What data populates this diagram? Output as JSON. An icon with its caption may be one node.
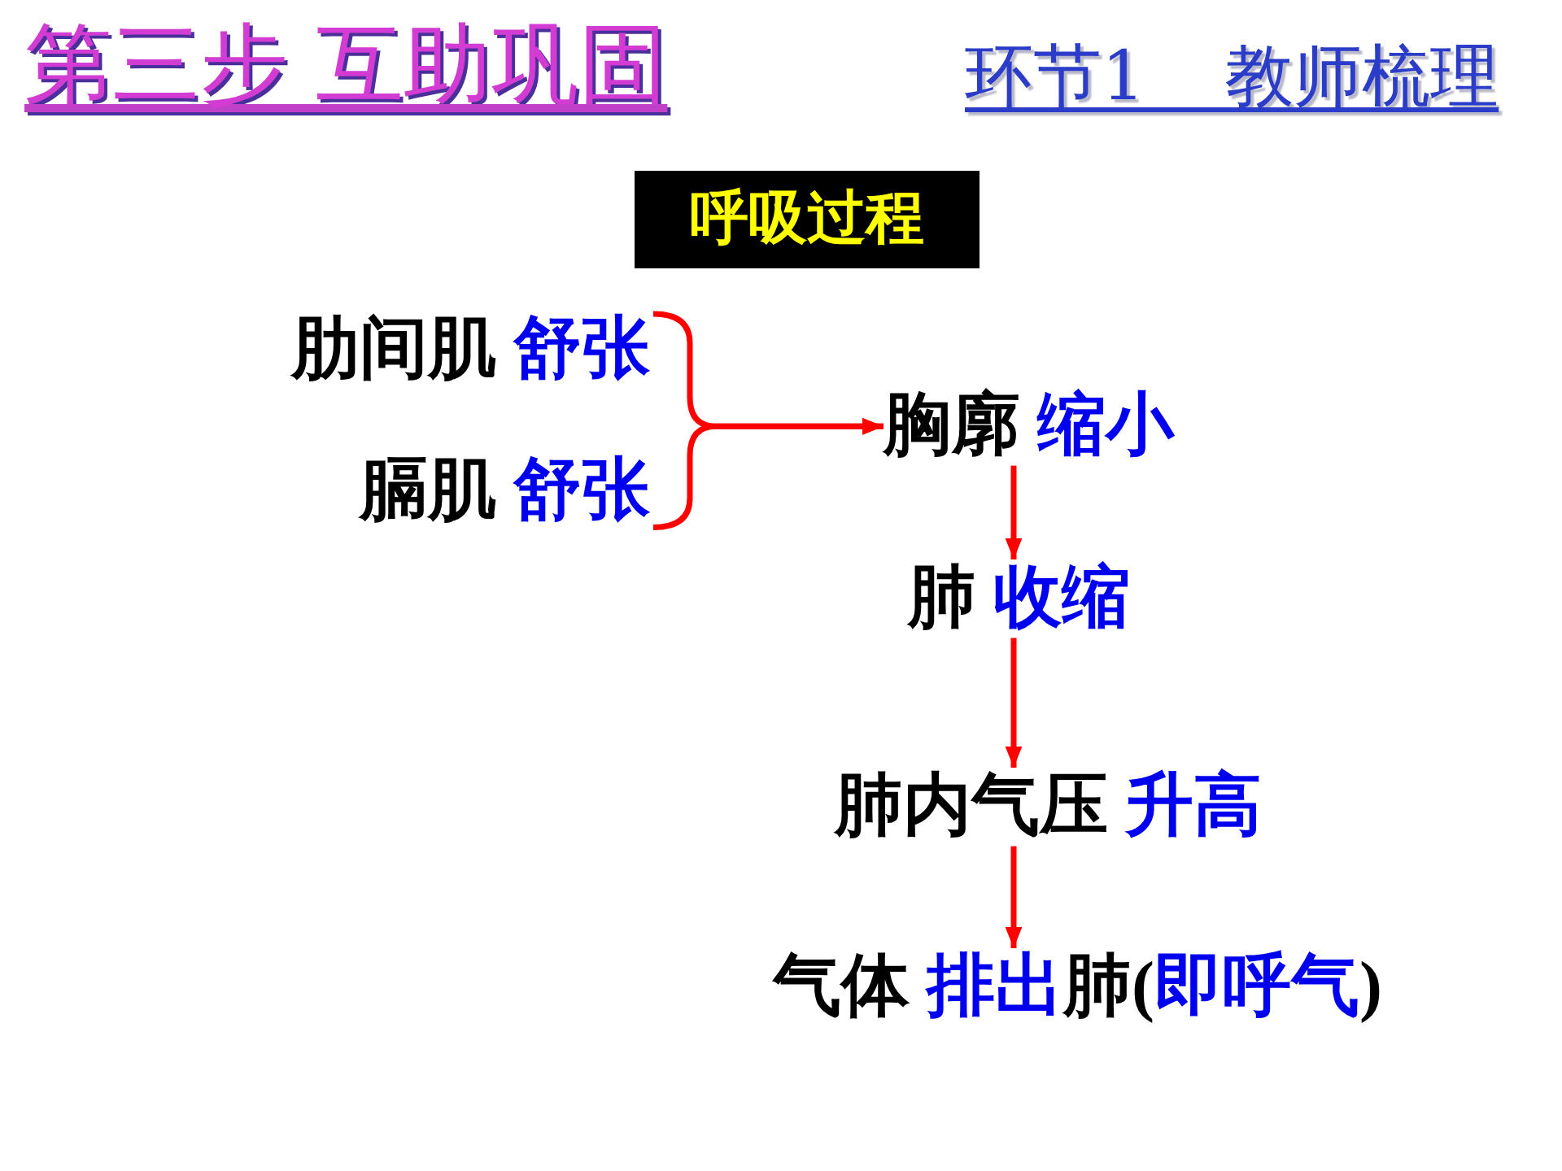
{
  "diagram": {
    "title": "第三步 互助巩固",
    "nodes": [
      {
        "text": [
          "呼吸过程"
        ]
      },
      {
        "text": [
          "肋间肌",
          "舒张"
        ]
      },
      {
        "text": [
          "膈肌",
          "舒张"
        ]
      },
      {
        "text": [
          "胸廓",
          "缩小"
        ]
      },
      {
        "text": [
          "肺",
          "收缩"
        ]
      },
      {
        "text": [
          "肺内气压",
          "升高"
        ]
      },
      {
        "text": [
          "气体",
          "排出",
          "肺(",
          "即呼气",
          ")"
        ]
      }
    ],
    "edges": [
      {
        "from": 1,
        "to": 3,
        "arrow": "to"
      },
      {
        "from": 2,
        "to": 3,
        "arrow": "to"
      },
      {
        "from": 3,
        "to": 4,
        "arrow": "to"
      },
      {
        "from": 4,
        "to": 5,
        "arrow": "to"
      },
      {
        "from": 5,
        "to": 6,
        "arrow": "to"
      }
    ],
    "labels": [
      "环节1 教师梳理"
    ]
  }
}
